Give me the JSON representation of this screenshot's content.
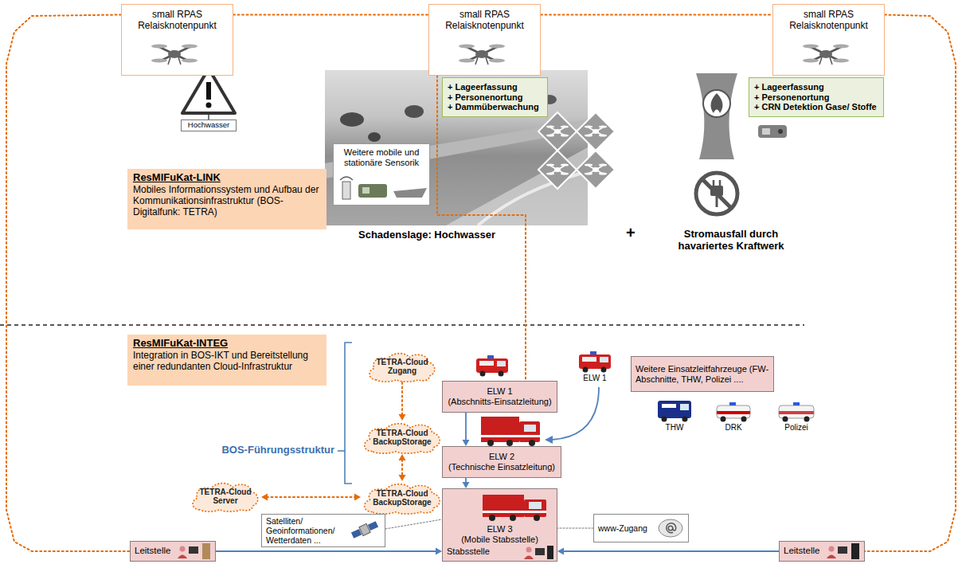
{
  "diagram": {
    "nodes": [
      {
        "text": [
          "small RPAS Relaisknotenpunkt"
        ]
      },
      {
        "text": [
          "small RPAS Relaisknotenpunkt"
        ]
      },
      {
        "text": [
          "small RPAS Relaisknotenpunkt"
        ]
      },
      {
        "text": [
          "+ Lageerfassung",
          "+ Personenortung",
          "+ Dammüberwachung"
        ]
      },
      {
        "text": [
          "Weitere mobile und stationäre Sensorik"
        ]
      },
      {
        "text": [
          "+ Lageerfassung",
          "+ Personenortung",
          "+ CRN Detektion Gase/ Stoffe"
        ]
      },
      {
        "text": [
          "ResMIFuKat-LINK",
          "Mobiles Informationssystem und Aufbau der Kommunikationsinfrastruktur (BOS-Digitalfunk: TETRA)"
        ]
      },
      {
        "text": [
          "ResMIFuKat-INTEG",
          "Integration in BOS-IKT und Bereitstellung einer redundanten Cloud-Infrastruktur"
        ]
      },
      {
        "text": [
          "TETRA-Cloud Zugang"
        ]
      },
      {
        "text": [
          "ELW 1",
          "(Abschnitts-Einsatzleitung)"
        ]
      },
      {
        "text": [
          "Weitere Einsatzleitfahrzeuge (FW-Abschnitte, THW, Polizei ...."
        ]
      },
      {
        "text": [
          "TETRA-Cloud BackupStorage"
        ]
      },
      {
        "text": [
          "ELW 2",
          "(Technische Einsatzleitung)"
        ]
      },
      {
        "text": [
          "TETRA-Cloud Server"
        ]
      },
      {
        "text": [
          "TETRA-Cloud BackupStorage"
        ]
      },
      {
        "text": [
          "ELW 3",
          "(Mobile Stabsstelle)",
          "Stabsstelle"
        ]
      },
      {
        "text": [
          "Leitstelle"
        ]
      },
      {
        "text": [
          "Leitstelle"
        ]
      },
      {
        "text": [
          "Satelliten/ Geoinformationen/ Wetterdaten ..."
        ]
      },
      {
        "text": [
          "www-Zugang"
        ]
      }
    ],
    "edges": [
      {
        "from": 0,
        "to": 1,
        "arrow": "none"
      },
      {
        "from": 1,
        "to": 2,
        "arrow": "none"
      },
      {
        "from": 0,
        "to": 16,
        "arrow": "none"
      },
      {
        "from": 2,
        "to": 17,
        "arrow": "none"
      },
      {
        "from": 1,
        "to": 9,
        "arrow": "none"
      },
      {
        "from": 8,
        "to": 11,
        "arrow": "to"
      },
      {
        "from": 11,
        "to": 14,
        "arrow": "both"
      },
      {
        "from": 13,
        "to": 14,
        "arrow": "both"
      },
      {
        "from": 9,
        "to": 12,
        "arrow": "to"
      },
      {
        "from": 12,
        "to": 15,
        "arrow": "to"
      },
      {
        "from": 16,
        "to": 15,
        "arrow": "to"
      },
      {
        "from": 17,
        "to": 15,
        "arrow": "to"
      },
      {
        "from": 18,
        "to": 15,
        "arrow": "none"
      },
      {
        "from": 19,
        "to": 15,
        "arrow": "none"
      }
    ],
    "labels": [
      "Hochwasser",
      "Schadenslage: Hochwasser",
      "+",
      "Stromausfall durch havariertes Kraftwerk",
      "BOS-Führungsstruktur",
      "ELW 1",
      "THW",
      "DRK",
      "Polizei"
    ]
  }
}
